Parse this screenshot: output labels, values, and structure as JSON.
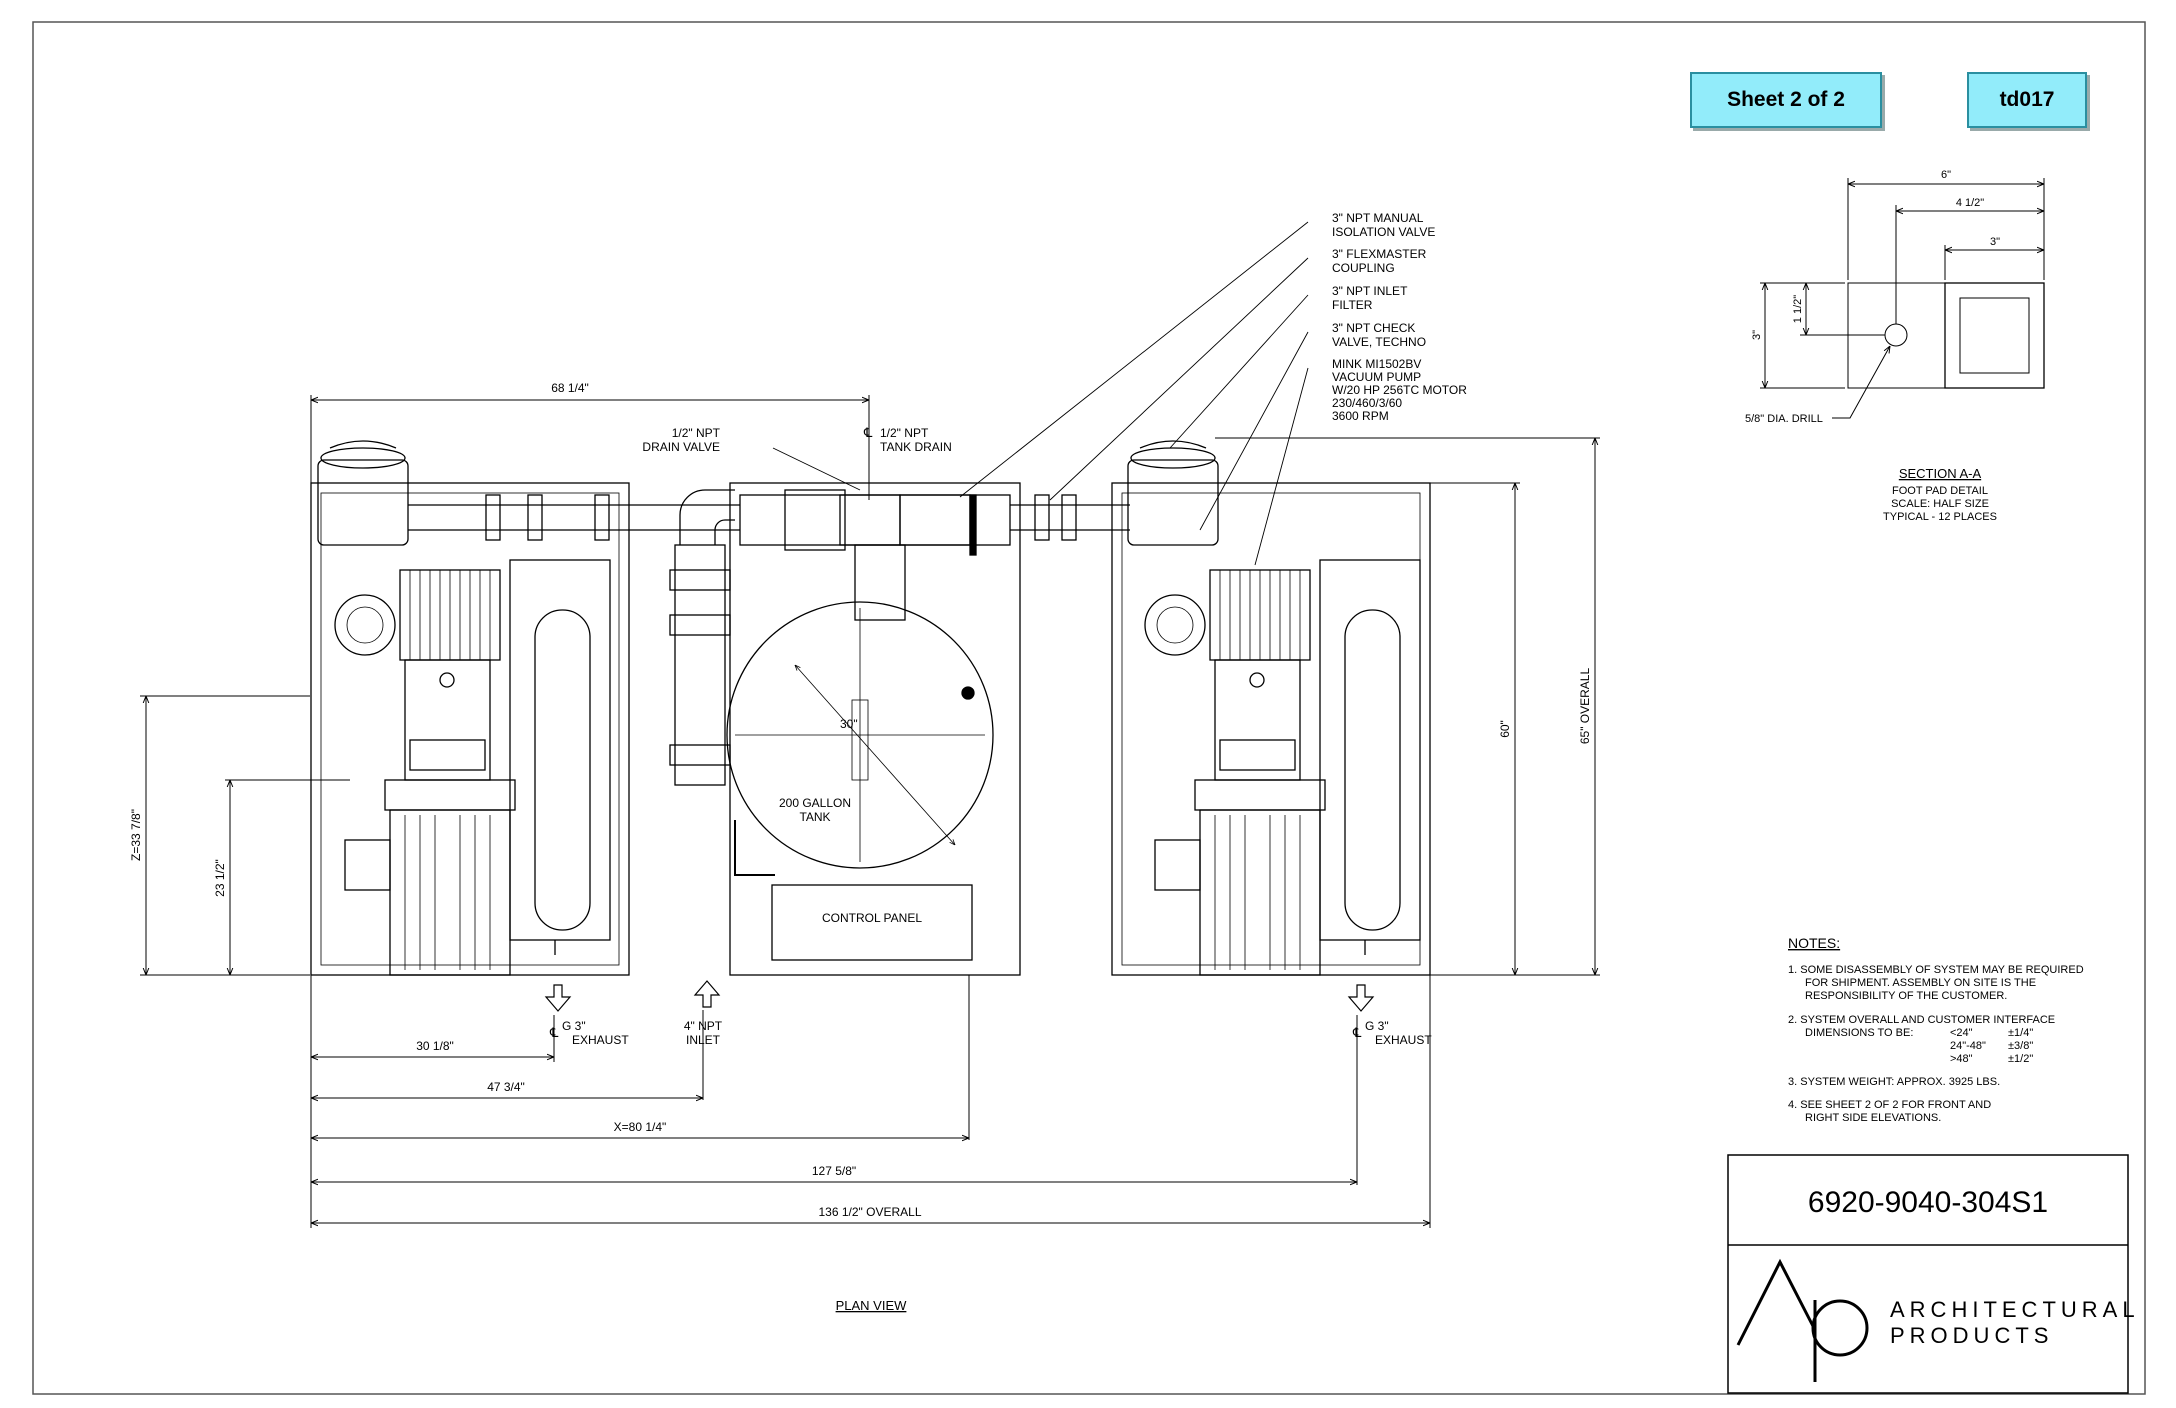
{
  "badges": {
    "sheet": "Sheet 2 of 2",
    "code": "td017"
  },
  "callouts": {
    "isolation_valve": [
      "3\" NPT MANUAL",
      "ISOLATION VALVE"
    ],
    "coupling": [
      "3\" FLEXMASTER",
      "COUPLING"
    ],
    "inlet_filter": [
      "3\" NPT INLET",
      "FILTER"
    ],
    "check_valve": [
      "3\" NPT CHECK",
      "VALVE, TECHNO"
    ],
    "vacuum_pump": [
      "MINK MI1502BV",
      "VACUUM PUMP",
      "W/20 HP 256TC MOTOR",
      "230/460/3/60",
      "3600 RPM"
    ],
    "drain_valve": [
      "1/2\" NPT",
      "DRAIN VALVE"
    ],
    "tank_drain": [
      "1/2\" NPT",
      "TANK DRAIN"
    ],
    "tank": [
      "200 GALLON",
      "TANK"
    ],
    "control_panel": "CONTROL PANEL",
    "exhaust_left": [
      "G 3\"",
      "EXHAUST"
    ],
    "exhaust_right": [
      "G 3\"",
      "EXHAUST"
    ],
    "inlet": [
      "4\" NPT",
      "INLET"
    ],
    "drill": "5/8\" DIA. DRILL",
    "tank_dia": "30\""
  },
  "dimensions": {
    "top": "68 1/4\"",
    "d30": "30 1/8\"",
    "d47": "47 3/4\"",
    "dx": "X=80 1/4\"",
    "d127": "127 5/8\"",
    "d136": "136 1/2\" OVERALL",
    "z": "Z=33 7/8\"",
    "d23": "23 1/2\"",
    "d60": "60\"",
    "d65": "65\" OVERALL"
  },
  "detail": {
    "dim_6": "6\"",
    "dim_4_5": "4 1/2\"",
    "dim_3w": "3\"",
    "dim_3h": "3\"",
    "dim_1_5": "1 1/2\"",
    "title": "SECTION A-A",
    "lines": [
      "FOOT PAD DETAIL",
      "SCALE:  HALF SIZE",
      "TYPICAL - 12 PLACES"
    ]
  },
  "view_title": "PLAN VIEW",
  "notes": {
    "title": "NOTES:",
    "items": [
      [
        "1.  SOME DISASSEMBLY OF SYSTEM MAY BE REQUIRED",
        "FOR SHIPMENT.  ASSEMBLY ON SITE IS THE",
        "RESPONSIBILITY OF THE CUSTOMER."
      ],
      [
        "2.  SYSTEM OVERALL AND CUSTOMER INTERFACE",
        "DIMENSIONS TO BE:"
      ],
      [
        "3.  SYSTEM WEIGHT: APPROX. 3925 LBS."
      ],
      [
        "4.  SEE SHEET 2 OF 2 FOR FRONT AND",
        "RIGHT SIDE ELEVATIONS."
      ]
    ],
    "tolerances": [
      [
        "<24\"",
        "±1/4\""
      ],
      [
        "24\"-48\"",
        "±3/8\""
      ],
      [
        ">48\"",
        "±1/2\""
      ]
    ]
  },
  "drawing_number": "6920-9040-304S1",
  "logo": {
    "mark": "AP",
    "line1": "ARCHITECTURAL",
    "line2": "PRODUCTS"
  }
}
